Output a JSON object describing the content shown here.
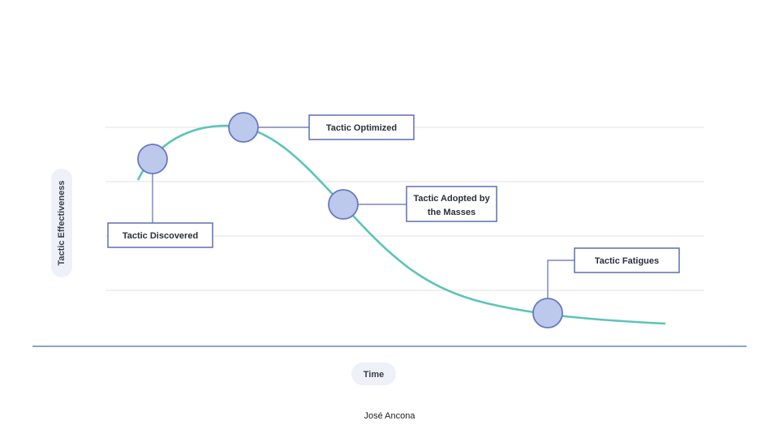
{
  "diagram": {
    "y_axis_label": "Tactic Effectiveness",
    "x_axis_label": "Time",
    "callouts": [
      {
        "id": "discovered",
        "lines": [
          "Tactic Discovered"
        ]
      },
      {
        "id": "optimized",
        "lines": [
          "Tactic Optimized"
        ]
      },
      {
        "id": "adopted",
        "lines": [
          "Tactic Adopted by",
          "the Masses"
        ]
      },
      {
        "id": "fatigues",
        "lines": [
          "Tactic Fatigues"
        ]
      }
    ],
    "colors": {
      "curve": "#5cc4b8",
      "marker_fill": "#bcc8ec",
      "marker_stroke": "#6679c0",
      "callout_border": "#5e6fb2",
      "baseline": "#8ea2cc",
      "gridline": "#e6e8ec"
    }
  },
  "credit": "José Ancona"
}
